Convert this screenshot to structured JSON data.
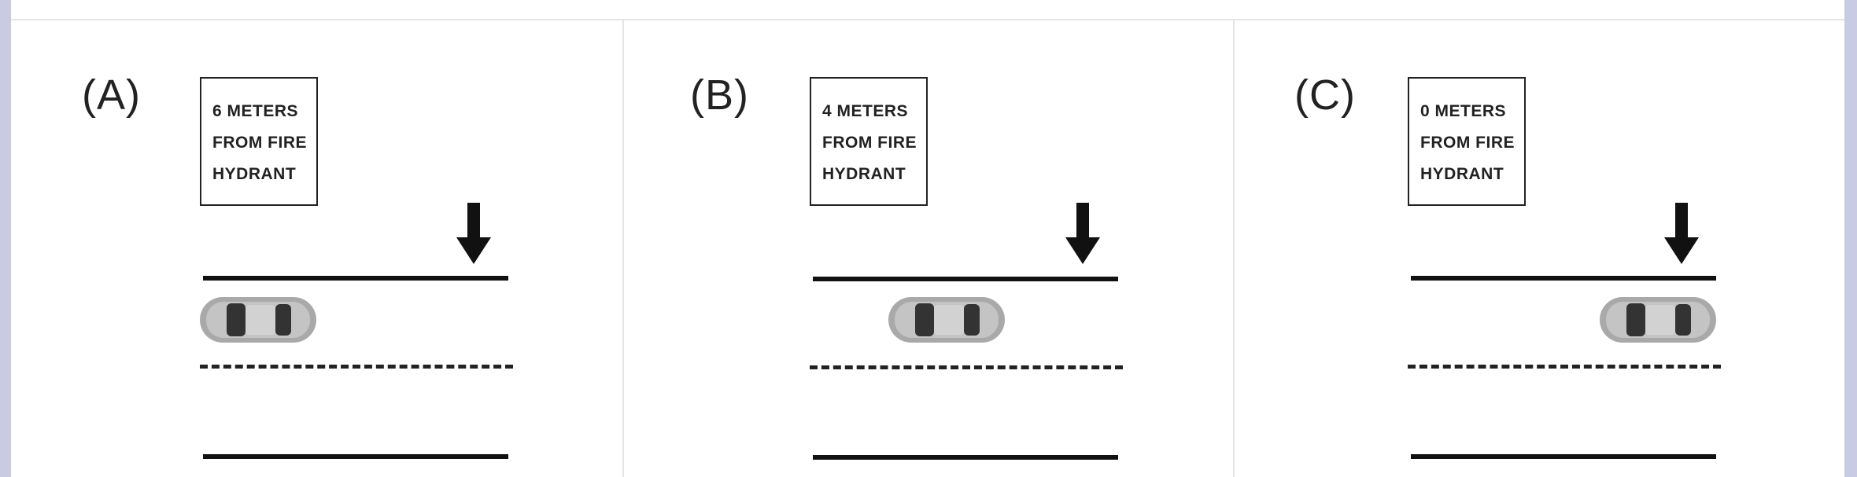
{
  "panels": [
    {
      "label": "(A)",
      "sign": [
        "6  METERS",
        "FROM FIRE",
        "HYDRANT"
      ],
      "distance_m": 6
    },
    {
      "label": "(B)",
      "sign": [
        "4  METERS",
        "FROM FIRE",
        "HYDRANT"
      ],
      "distance_m": 4
    },
    {
      "label": "(C)",
      "sign": [
        "0  METERS",
        "FROM FIRE",
        "HYDRANT"
      ],
      "distance_m": 0
    }
  ],
  "icons": {
    "arrow": "down-arrow-icon",
    "car": "car-icon"
  },
  "colors": {
    "line": "#111111",
    "car_body": "#a9a9a9",
    "car_window": "#333333",
    "background": "#ffffff"
  }
}
